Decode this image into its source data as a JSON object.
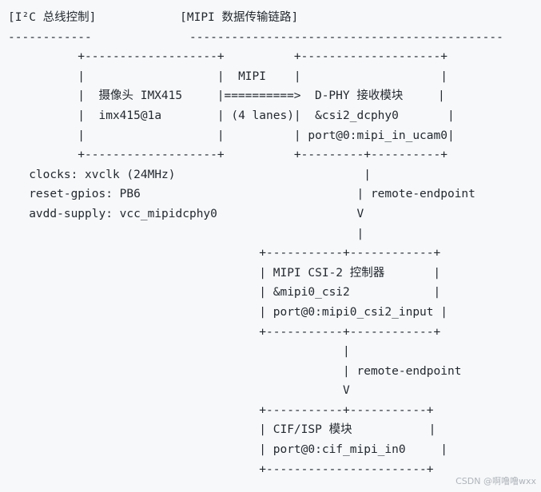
{
  "diagram": {
    "lines": [
      "[I²C 总线控制]            [MIPI 数据传输链路]",
      "------------              ---------------------------------------------",
      "          +-------------------+          +--------------------+",
      "          |                   |  MIPI    |                    |",
      "          |  摄像头 IMX415     |==========>  D-PHY 接收模块     |",
      "          |  imx415@1a        | (4 lanes)|  &csi2_dcphy0       |",
      "          |                   |          | port@0:mipi_in_ucam0|",
      "          +-------------------+          +---------+----------+",
      "   clocks: xvclk (24MHz)                           |",
      "   reset-gpios: PB6                               | remote-endpoint",
      "   avdd-supply: vcc_mipidcphy0                    V",
      "                                                  |",
      "                                    +-----------+------------+",
      "                                    | MIPI CSI-2 控制器       |",
      "                                    | &mipi0_csi2            |",
      "                                    | port@0:mipi0_csi2_input |",
      "                                    +-----------+------------+",
      "                                                |",
      "                                                | remote-endpoint",
      "                                                V",
      "                                    +-----------+-----------+",
      "                                    | CIF/ISP 模块           |",
      "                                    | port@0:cif_mipi_in0     |",
      "                                    +-----------------------+"
    ]
  },
  "watermark": "CSDN @啊噜噜wxx"
}
